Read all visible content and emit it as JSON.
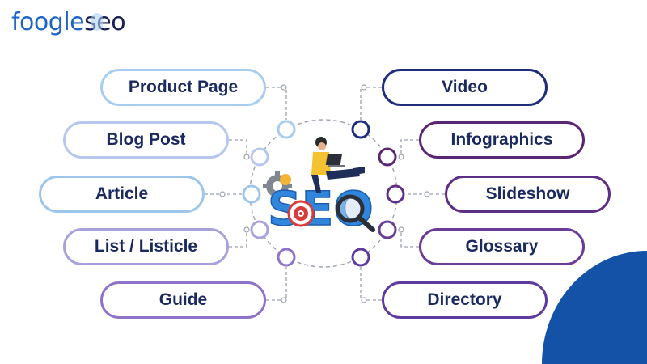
{
  "brand": {
    "name_part1": "foogle",
    "name_part2": "seo"
  },
  "center_label": "SEO",
  "left_items": [
    {
      "label": "Product Page",
      "color": "#a8cdee"
    },
    {
      "label": "Blog Post",
      "color": "#b5c7ec"
    },
    {
      "label": "Article",
      "color": "#9dc6ea"
    },
    {
      "label": "List / Listicle",
      "color": "#a7a2de"
    },
    {
      "label": "Guide",
      "color": "#8d73c9"
    }
  ],
  "right_items": [
    {
      "label": "Video",
      "color": "#1e2d7c"
    },
    {
      "label": "Infographics",
      "color": "#5a2673"
    },
    {
      "label": "Slideshow",
      "color": "#5f2e87"
    },
    {
      "label": "Glossary",
      "color": "#6a3b97"
    },
    {
      "label": "Directory",
      "color": "#5d3aa0"
    }
  ],
  "colors": {
    "connector": "#9aa0ad",
    "accent_blue": "#1452a8",
    "logo_blue": "#1e63c7",
    "logo_dark": "#171f55",
    "text": "#1a2a5e"
  }
}
